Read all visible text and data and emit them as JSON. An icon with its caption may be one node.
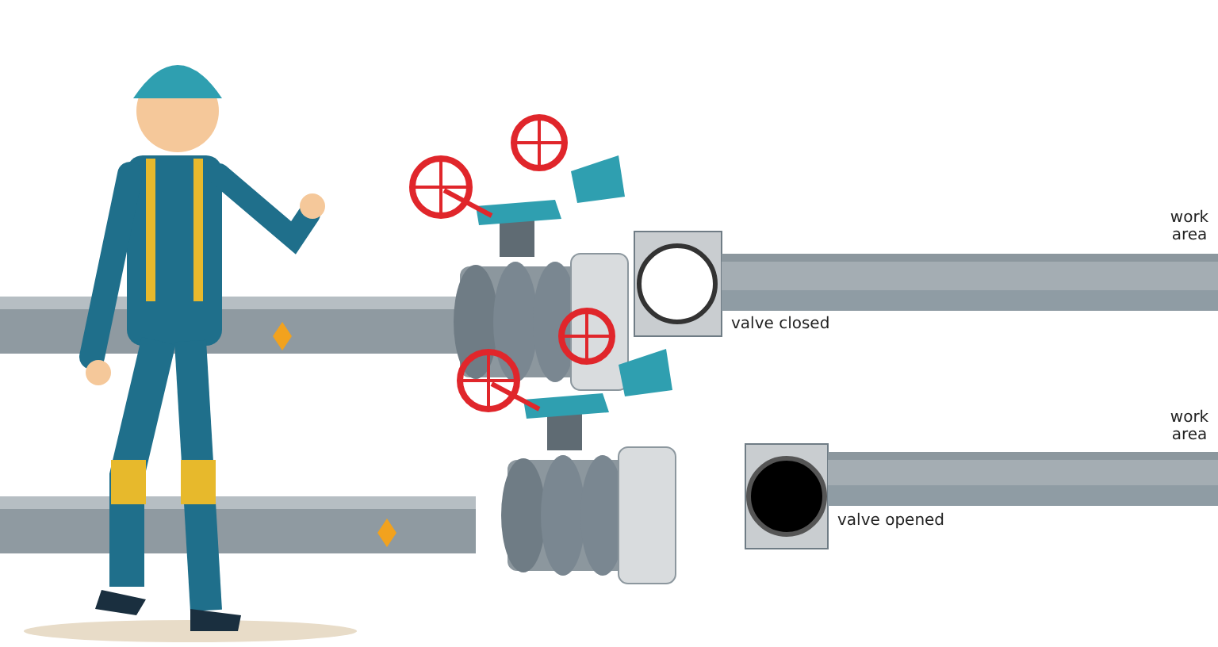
{
  "diagram": {
    "labels": [
      "work area",
      "valve closed",
      "work area",
      "valve opened"
    ]
  }
}
